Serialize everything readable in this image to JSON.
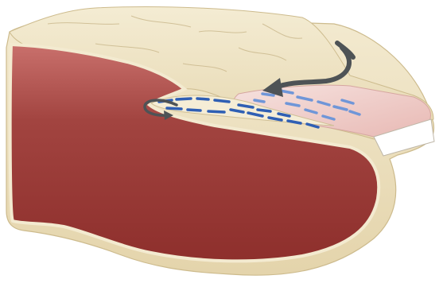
{
  "figure": {
    "kind": "anatomical cross-section illustration",
    "caption": "",
    "labels": []
  },
  "palette": {
    "background": "#ffffff",
    "outer_layer": "#efe6c9",
    "outer_layer_shadow": "#d8c9a0",
    "flap_top": "#e9ddb9",
    "inner_tissue_dark": "#8e2f2c",
    "inner_tissue_light": "#c9706c",
    "pink_surface": "#f1d2cf",
    "white_edge": "#ffffff",
    "dash_blue": "#2f5fb4",
    "dash_light_blue": "#6f96d8",
    "arrow_gray": "#4e5356"
  },
  "elements": {
    "arrows": [
      "curved-arrow-large",
      "curved-arrow-small"
    ],
    "dash_groups": [
      "dashes-dark-blue",
      "dashes-light-blue"
    ]
  }
}
